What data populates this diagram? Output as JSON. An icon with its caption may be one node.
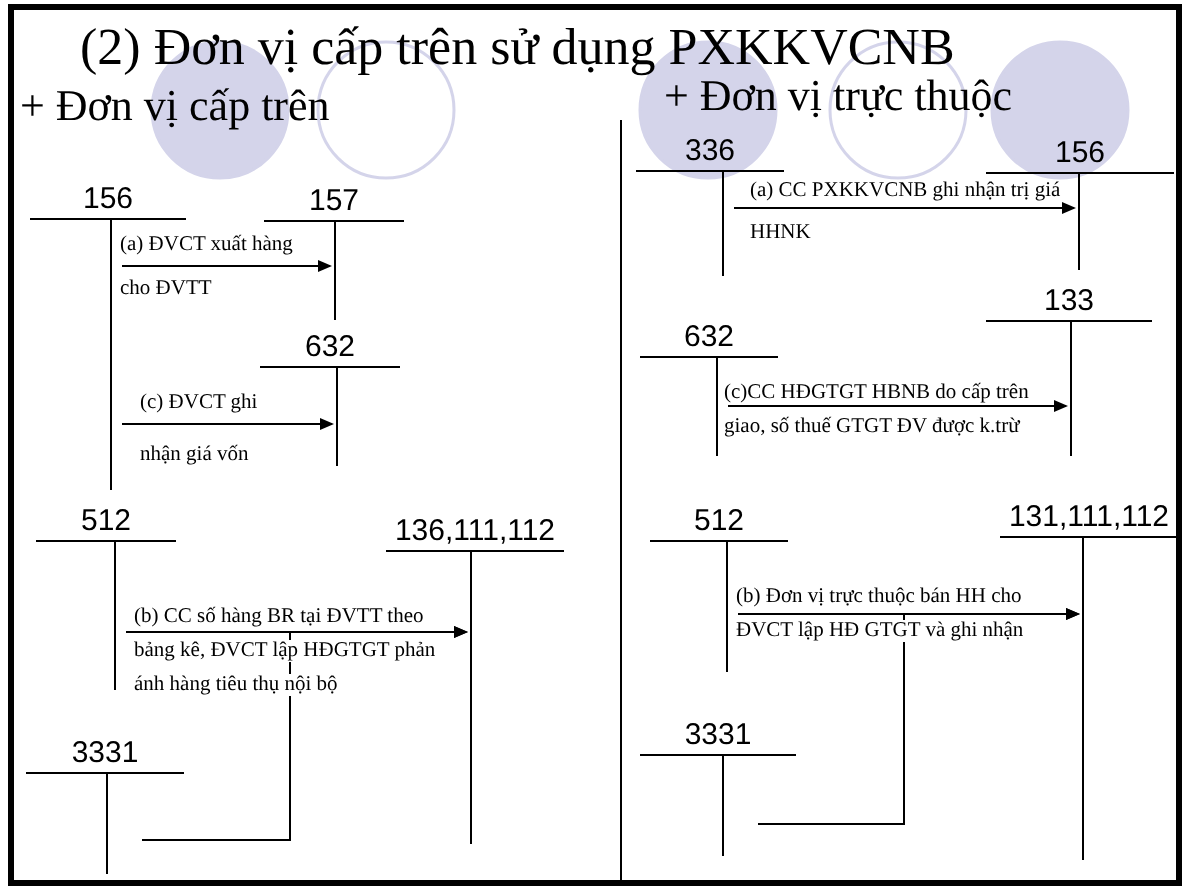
{
  "diagram": {
    "title": "(2) Đơn vị cấp trên sử dụng PXKKVCNB",
    "nodes": [
      {
        "text": [
          "156"
        ]
      },
      {
        "text": [
          "157"
        ]
      },
      {
        "text": [
          "632"
        ]
      },
      {
        "text": [
          "512"
        ]
      },
      {
        "text": [
          "136,111,112"
        ]
      },
      {
        "text": [
          "3331"
        ]
      },
      {
        "text": [
          "336"
        ]
      },
      {
        "text": [
          "156"
        ]
      },
      {
        "text": [
          "133"
        ]
      },
      {
        "text": [
          "632"
        ]
      },
      {
        "text": [
          "512"
        ]
      },
      {
        "text": [
          "131,111,112"
        ]
      },
      {
        "text": [
          "3331"
        ]
      }
    ],
    "edges": [
      {
        "from": 0,
        "to": 1,
        "arrow": "to",
        "label": "(a) ĐVCT xuất hàng cho ĐVTT"
      },
      {
        "from": 0,
        "to": 2,
        "arrow": "to",
        "label": "(c) ĐVCT ghi nhận giá vốn"
      },
      {
        "from": 3,
        "to": 4,
        "arrow": "to",
        "label": "(b) CC số hàng BR tại ĐVTT theo bảng kê, ĐVCT lập HĐGTGT phản ánh hàng tiêu thụ nội bộ"
      },
      {
        "from": 5,
        "to": 4,
        "arrow": "to"
      },
      {
        "from": 6,
        "to": 7,
        "arrow": "to",
        "label": "(a) CC PXKKVCNB ghi nhận trị giá HHNK"
      },
      {
        "from": 9,
        "to": 8,
        "arrow": "to",
        "label": "(c)CC HĐGTGT HBNB do cấp trên giao, số thuế GTGT ĐV được k.trừ"
      },
      {
        "from": 10,
        "to": 11,
        "arrow": "to",
        "label": "(b) Đơn vị trực thuộc bán HH cho ĐVCT lập HĐ GTGT và ghi nhận"
      },
      {
        "from": 12,
        "to": 11,
        "arrow": "to"
      }
    ],
    "labels": [
      "+ Đơn vị cấp trên",
      "+ Đơn vị trực thuộc"
    ]
  }
}
